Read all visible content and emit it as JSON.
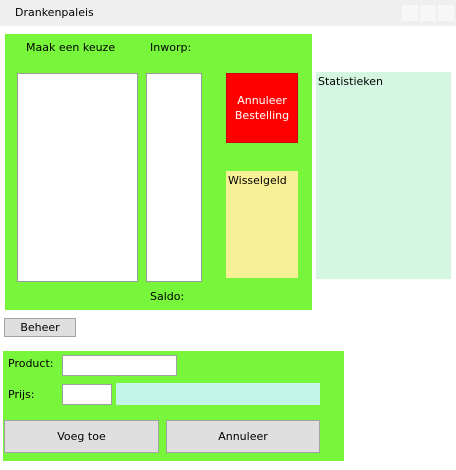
{
  "window": {
    "title": "Drankenpaleis"
  },
  "main_panel": {
    "choice_label": "Maak een keuze",
    "deposit_label": "Inworp:",
    "balance_label": "Saldo:",
    "cancel_order_label": "Annuleer Bestelling",
    "change_label": "Wisselgeld"
  },
  "statistics": {
    "label": "Statistieken"
  },
  "manage_button": {
    "label": "Beheer"
  },
  "product_form": {
    "product_label": "Product:",
    "product_value": "",
    "price_label": "Prijs:",
    "price_value": "",
    "add_label": "Voeg toe",
    "cancel_label": "Annuleer"
  },
  "colors": {
    "panel_green": "#77f63b",
    "cancel_red": "#ff0000",
    "change_yellow": "#f8f097",
    "stats_mint": "#d5f7e2",
    "price_cyan": "#c3f6e9"
  }
}
